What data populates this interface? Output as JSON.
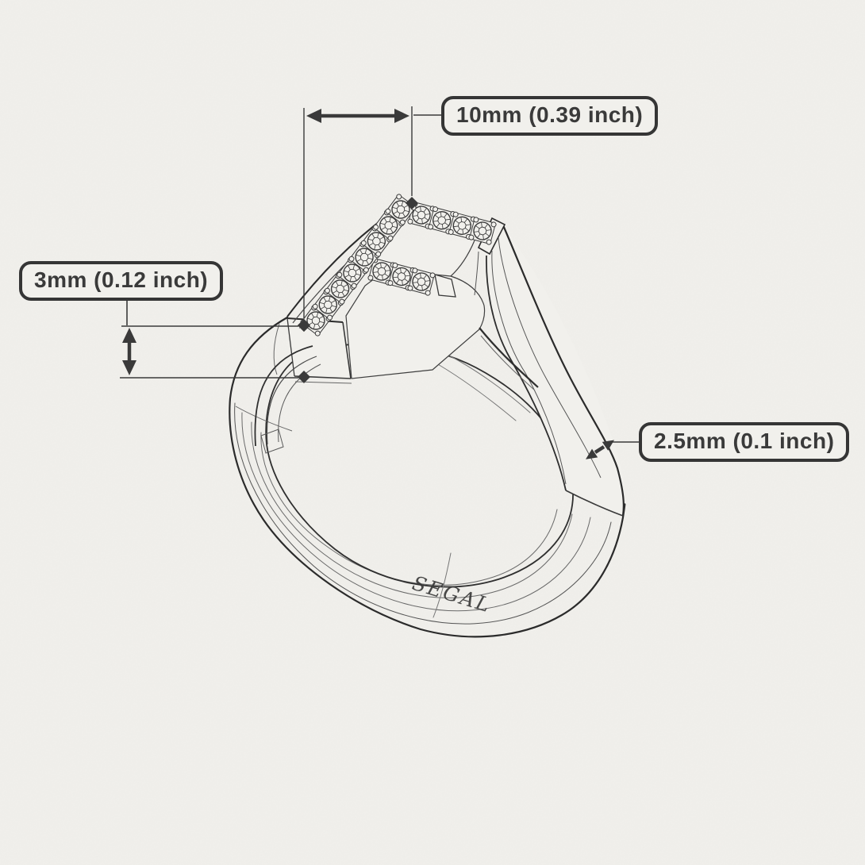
{
  "page": {
    "background_color": "#f1f0ec",
    "ink_color": "#3a3a3a",
    "line_color": "#2e2e2e"
  },
  "diagram": {
    "type": "technical-jewelry-drawing",
    "subject": "diamond pave initial letter F ring, three-quarter wireframe view",
    "engraving": "SEGAL",
    "measurements": [
      {
        "id": "top-width",
        "label": "10mm (0.39 inch)",
        "value_mm": "10",
        "value_inch": "0.39"
      },
      {
        "id": "shoulder-height",
        "label": "3mm (0.12 inch)",
        "value_mm": "3",
        "value_inch": "0.12"
      },
      {
        "id": "band-width",
        "label": "2.5mm (0.1 inch)",
        "value_mm": "2.5",
        "value_inch": "0.1"
      }
    ]
  }
}
